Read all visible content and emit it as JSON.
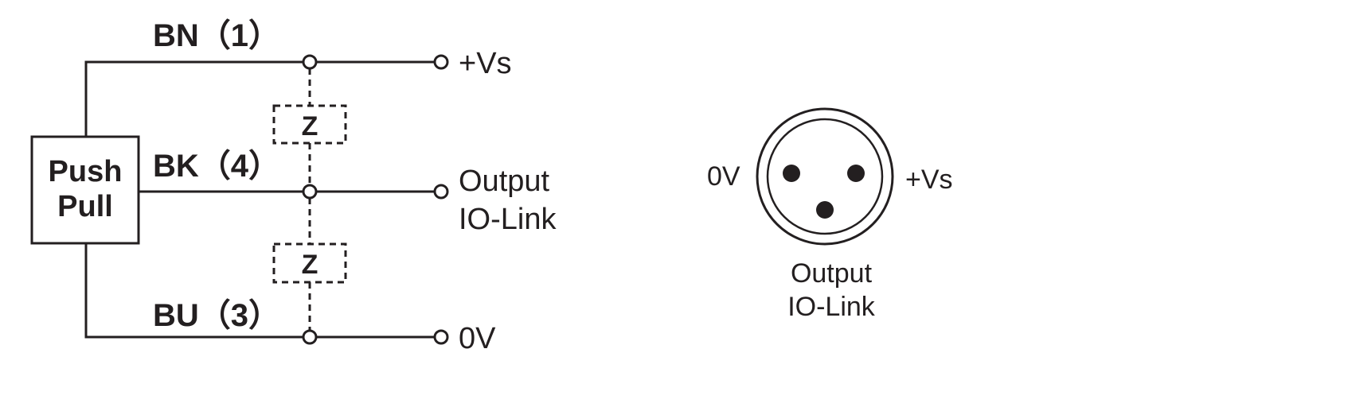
{
  "wiring": {
    "output_stage": {
      "line1": "Push",
      "line2": "Pull"
    },
    "wires": [
      {
        "label": "BN（1）"
      },
      {
        "label": "BK（4）"
      },
      {
        "label": "BU（3）"
      }
    ],
    "loads": [
      "Z",
      "Z"
    ],
    "terminals": {
      "supply": "+Vs",
      "output_line1": "Output",
      "output_line2": "IO-Link",
      "ground": "0V"
    }
  },
  "connector": {
    "left_label": "0V",
    "right_label": "+Vs",
    "bottom_line1": "Output",
    "bottom_line2": "IO-Link"
  },
  "colors": {
    "stroke": "#231f20",
    "background": "#ffffff"
  }
}
